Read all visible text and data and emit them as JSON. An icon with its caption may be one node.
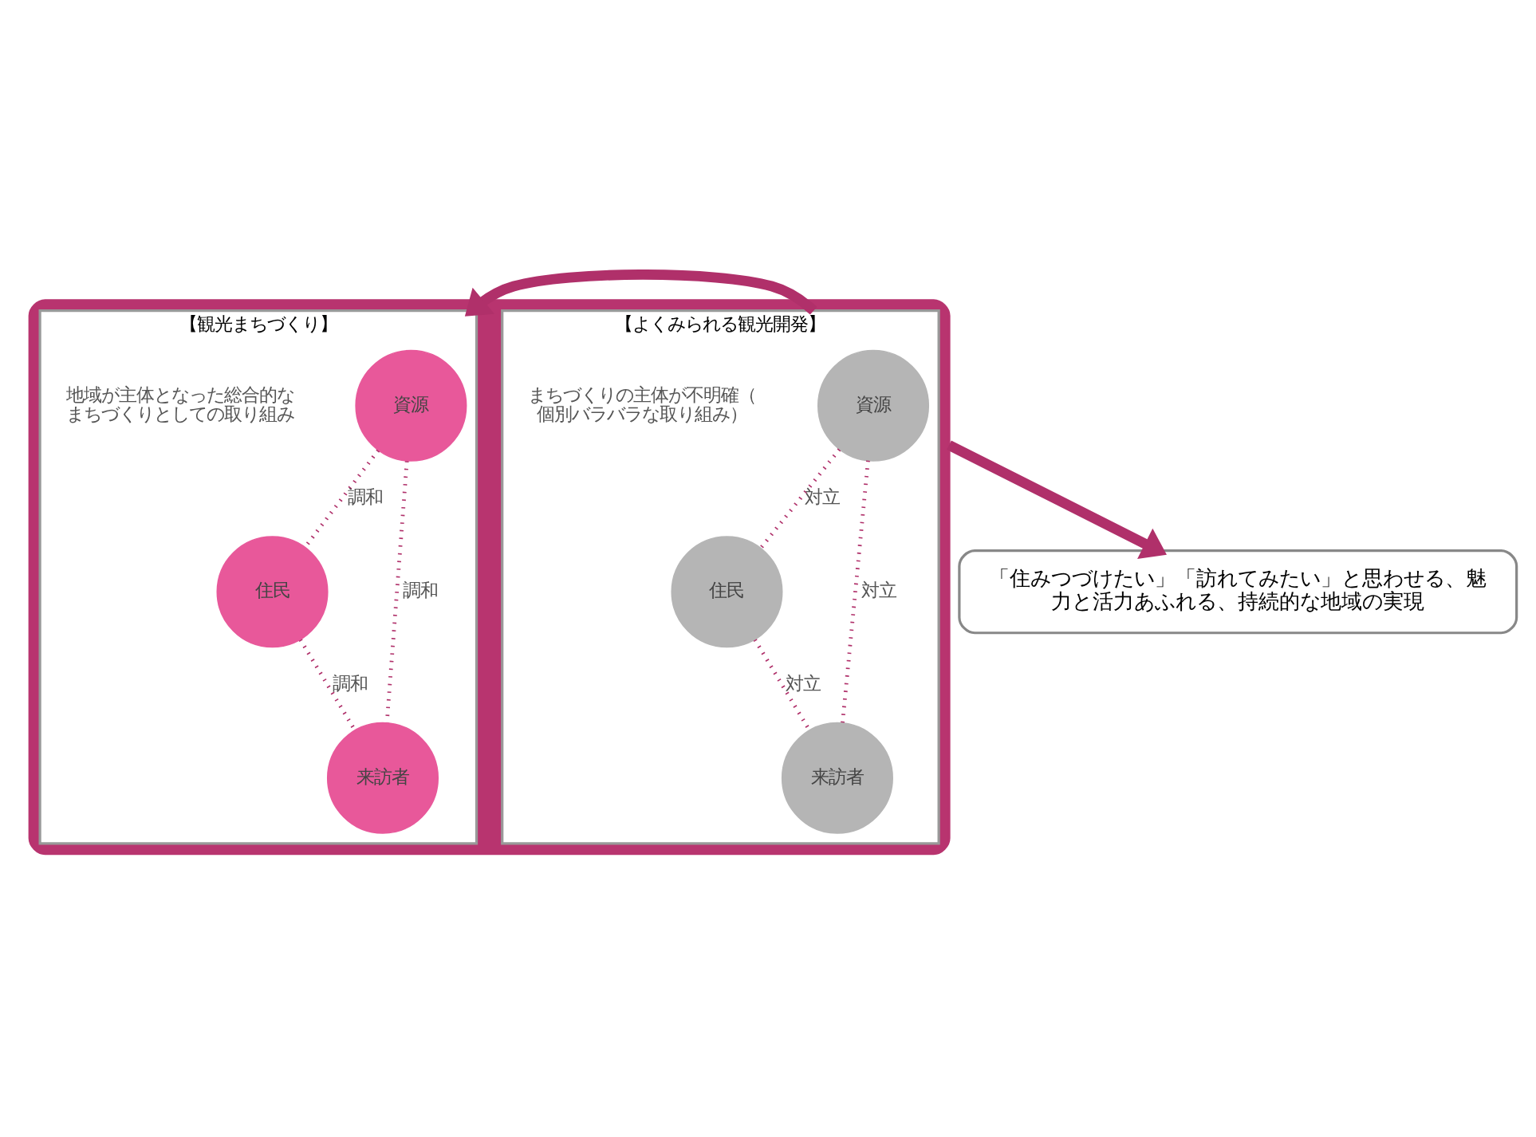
{
  "diagram": {
    "nodes": [
      {
        "text": [],
        "shape": "box"
      },
      {
        "text": [
          "【よくみられる観光開発】"
        ],
        "in": 0
      },
      {
        "text": [
          "資源"
        ],
        "in": 1
      },
      {
        "text": [
          "住民"
        ],
        "in": 1
      },
      {
        "text": [
          "来訪者"
        ],
        "in": 1
      },
      {
        "text": [
          "【観光まちづくり】"
        ],
        "in": 0
      },
      {
        "text": [
          "資源"
        ],
        "in": 5
      },
      {
        "text": [
          "住民"
        ],
        "in": 5
      },
      {
        "text": [
          "来訪者"
        ],
        "in": 5
      },
      {
        "text": [
          "「住みつづけたい」「訪れてみたい」と思わせる、魅力と活力あふれる、持続的な地域の実現"
        ]
      }
    ],
    "edges": [
      {
        "from": 2,
        "to": 3,
        "arrow": "none",
        "label": "対立",
        "style": "dashed"
      },
      {
        "from": 2,
        "to": 4,
        "arrow": "none",
        "label": "対立",
        "style": "dashed"
      },
      {
        "from": 3,
        "to": 4,
        "arrow": "none",
        "label": "対立",
        "style": "dashed"
      },
      {
        "from": 1,
        "to": 5,
        "arrow": "to",
        "style": "thick"
      },
      {
        "from": 6,
        "to": 7,
        "arrow": "none",
        "label": "調和",
        "style": "dashed"
      },
      {
        "from": 6,
        "to": 8,
        "arrow": "none",
        "label": "調和",
        "style": "dashed"
      },
      {
        "from": 7,
        "to": 8,
        "arrow": "none",
        "label": "調和",
        "style": "dashed"
      },
      {
        "from": 0,
        "to": 9,
        "arrow": "to",
        "style": "thick"
      }
    ],
    "labels": [
      "まちづくりの主体が不明確（個別バラバラな取り組み）",
      "地域が主体となった総合的なまちづくりとしての取り組み"
    ]
  }
}
